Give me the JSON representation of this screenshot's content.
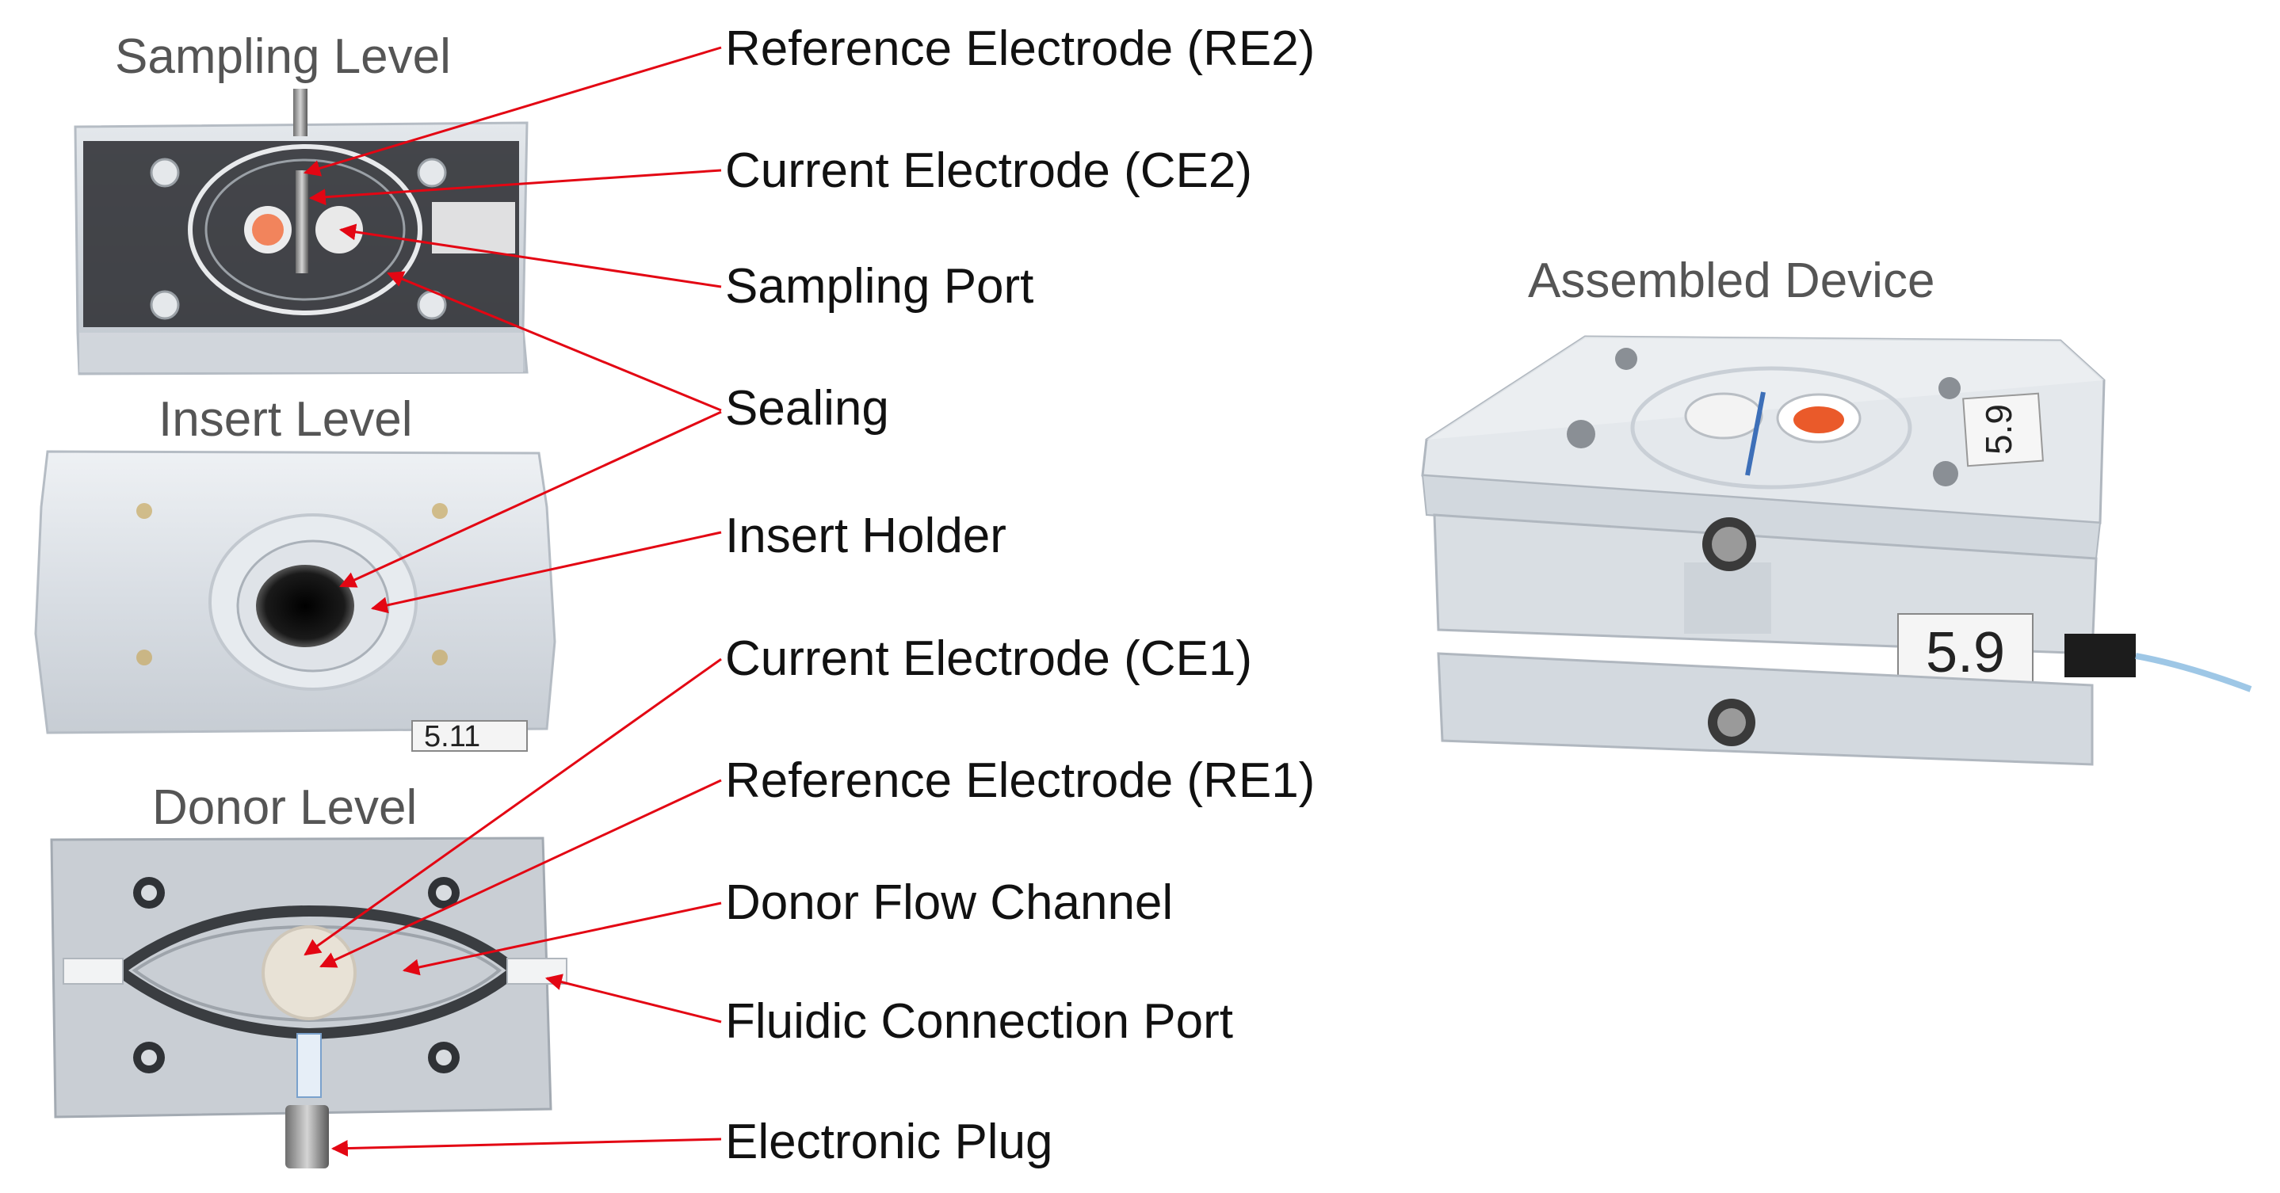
{
  "titles": {
    "sampling": "Sampling Level",
    "insert": "Insert Level",
    "donor": "Donor Level",
    "assembled": "Assembled Device"
  },
  "callouts": {
    "re2": "Reference Electrode (RE2)",
    "ce2": "Current Electrode (CE2)",
    "sampling_port": "Sampling Port",
    "sealing": "Sealing",
    "insert_holder": "Insert Holder",
    "ce1": "Current Electrode (CE1)",
    "re1": "Reference Electrode (RE1)",
    "donor_channel": "Donor Flow Channel",
    "fluidic_port": "Fluidic Connection Port",
    "electronic_plug": "Electronic Plug"
  },
  "labels": {
    "insert_block_number": "5.11",
    "device_top_number": "5.9",
    "device_side_number": "5.9"
  },
  "colors": {
    "arrow": "#e30613",
    "title_gray": "#555555",
    "callout_text": "#111111"
  }
}
